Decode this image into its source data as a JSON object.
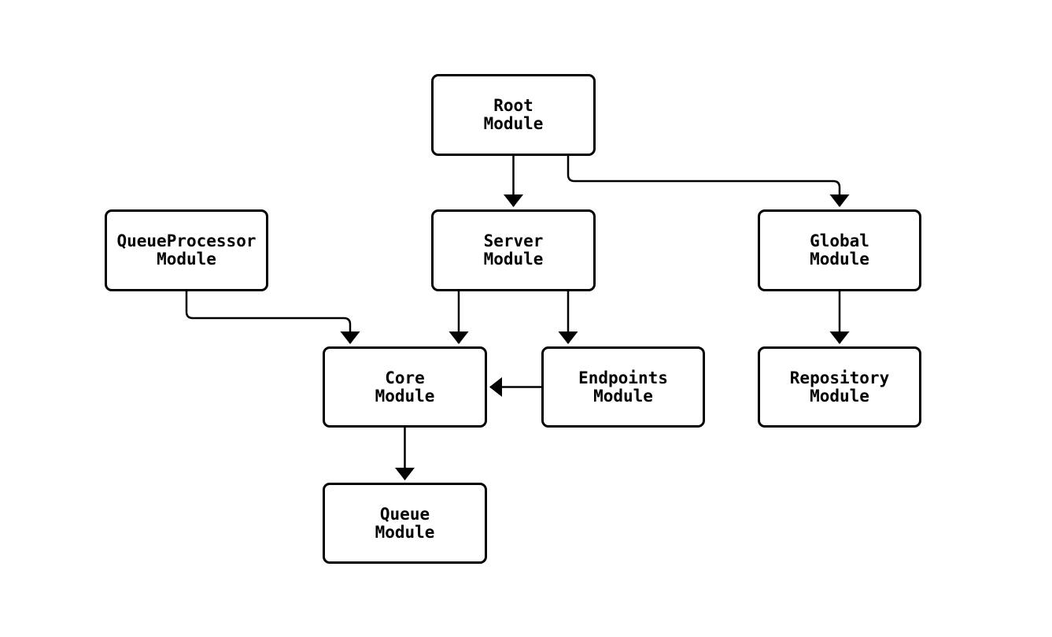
{
  "diagram": {
    "type": "module-dependency-graph",
    "colors": {
      "background": "#ffffff",
      "node_fill": "#ffffff",
      "node_stroke": "#000000",
      "edge_stroke": "#000000",
      "text": "#000000"
    },
    "nodes": [
      {
        "id": "root",
        "line1": "Root",
        "line2": "Module"
      },
      {
        "id": "queueprocessor",
        "line1": "QueueProcessor",
        "line2": "Module"
      },
      {
        "id": "server",
        "line1": "Server",
        "line2": "Module"
      },
      {
        "id": "global",
        "line1": "Global",
        "line2": "Module"
      },
      {
        "id": "core",
        "line1": "Core",
        "line2": "Module"
      },
      {
        "id": "endpoints",
        "line1": "Endpoints",
        "line2": "Module"
      },
      {
        "id": "repository",
        "line1": "Repository",
        "line2": "Module"
      },
      {
        "id": "queue",
        "line1": "Queue",
        "line2": "Module"
      }
    ],
    "edges": [
      {
        "from": "root",
        "to": "server"
      },
      {
        "from": "root",
        "to": "global"
      },
      {
        "from": "queueprocessor",
        "to": "core"
      },
      {
        "from": "server",
        "to": "core"
      },
      {
        "from": "server",
        "to": "endpoints"
      },
      {
        "from": "endpoints",
        "to": "core"
      },
      {
        "from": "global",
        "to": "repository"
      },
      {
        "from": "core",
        "to": "queue"
      }
    ]
  }
}
